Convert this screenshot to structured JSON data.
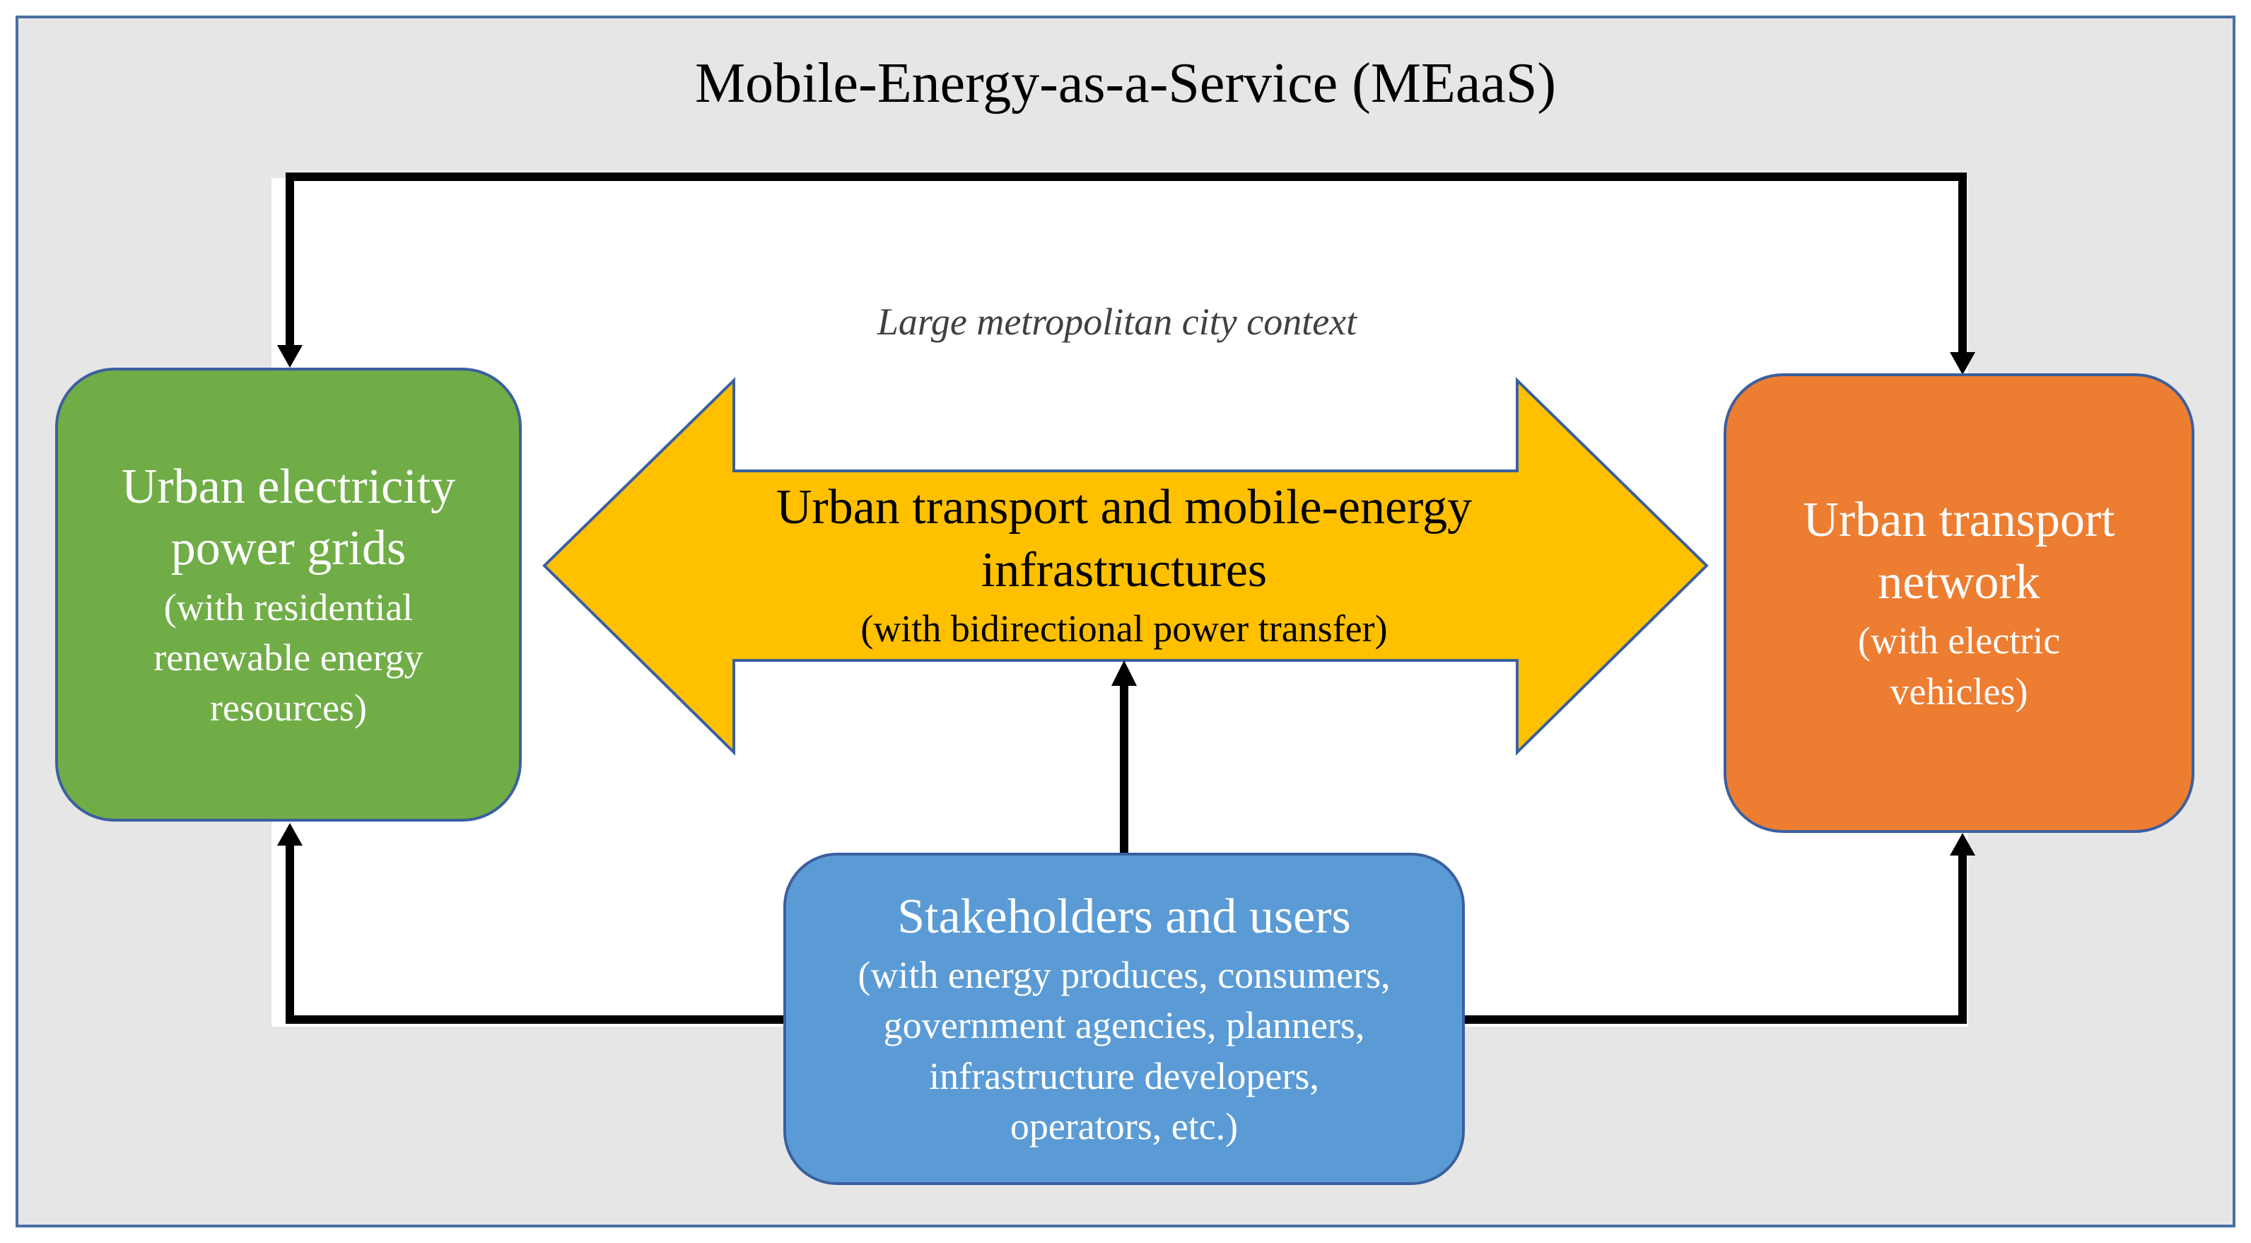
{
  "title": "Mobile-Energy-as-a-Service (MEaaS)",
  "context": "Large metropolitan city context",
  "nodes": {
    "grid": {
      "title_lines": [
        "Urban electricity",
        "power grids"
      ],
      "subtitle_lines": [
        "(with residential",
        "renewable energy",
        "resources)"
      ],
      "color": "#70ad47"
    },
    "transport": {
      "title_lines": [
        "Urban transport",
        "network"
      ],
      "subtitle_lines": [
        "(with electric",
        "vehicles)"
      ],
      "color": "#ed7d31"
    },
    "infrastructure": {
      "title_lines": [
        "Urban transport and mobile-energy",
        "infrastructures"
      ],
      "subtitle_lines": [
        "(with bidirectional power transfer)"
      ],
      "color": "#ffc000"
    },
    "stakeholders": {
      "title_lines": [
        "Stakeholders and users"
      ],
      "subtitle_lines": [
        "(with energy produces, consumers,",
        "government agencies, planners,",
        "infrastructure developers,",
        "operators, etc.)"
      ],
      "color": "#5b9bd5"
    }
  }
}
